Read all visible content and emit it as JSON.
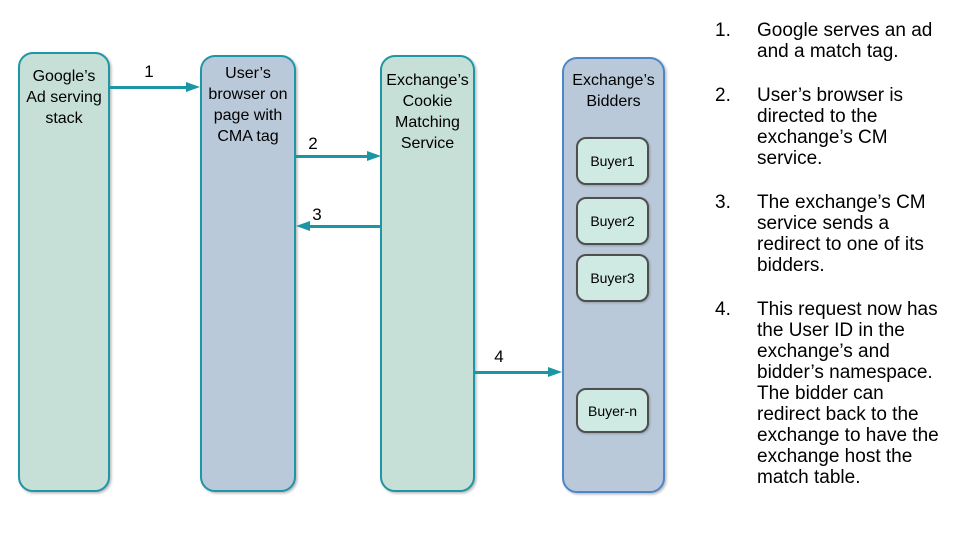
{
  "diagram": {
    "columns": [
      {
        "id": "google-stack",
        "title": "Google’s\nAd serving\nstack",
        "fill": "#c6dfd7",
        "border": "#1e96a3"
      },
      {
        "id": "user-browser",
        "title": "User’s\nbrowser on\npage with\nCMA tag",
        "fill": "#b9c9d9",
        "border": "#1e96a3"
      },
      {
        "id": "cm-service",
        "title": "Exchange’s\nCookie\nMatching\nService",
        "fill": "#c6dfd7",
        "border": "#1e96a3"
      },
      {
        "id": "bidders",
        "title": "Exchange’s\nBidders",
        "fill": "#b9c9d9",
        "border": "#4f86c9"
      }
    ],
    "bidders": [
      "Buyer1",
      "Buyer2",
      "Buyer3",
      "Buyer-n"
    ],
    "bidder_fill": "#cfe9e3",
    "bidder_border": "#4f4f4f",
    "arrow_color": "#1a96a4",
    "arrows": [
      {
        "label": "1",
        "from": "google-stack",
        "to": "user-browser"
      },
      {
        "label": "2",
        "from": "user-browser",
        "to": "cm-service"
      },
      {
        "label": "3",
        "from": "cm-service",
        "to": "user-browser"
      },
      {
        "label": "4",
        "from": "cm-service",
        "to": "bidders"
      }
    ]
  },
  "steps": {
    "items": [
      {
        "num": "1.",
        "text": "Google serves an ad\nand a match tag."
      },
      {
        "num": "2.",
        "text": "User’s browser is\ndirected to the\nexchange’s CM\nservice."
      },
      {
        "num": "3.",
        "text": "The exchange’s CM\nservice sends a\nredirect to one of its\nbidders."
      },
      {
        "num": "4.",
        "text": "This request now has\nthe User ID in the\nexchange’s and\nbidder’s namespace.\nThe bidder can\nredirect back to the\nexchange to have the\nexchange host the\nmatch table."
      }
    ]
  }
}
